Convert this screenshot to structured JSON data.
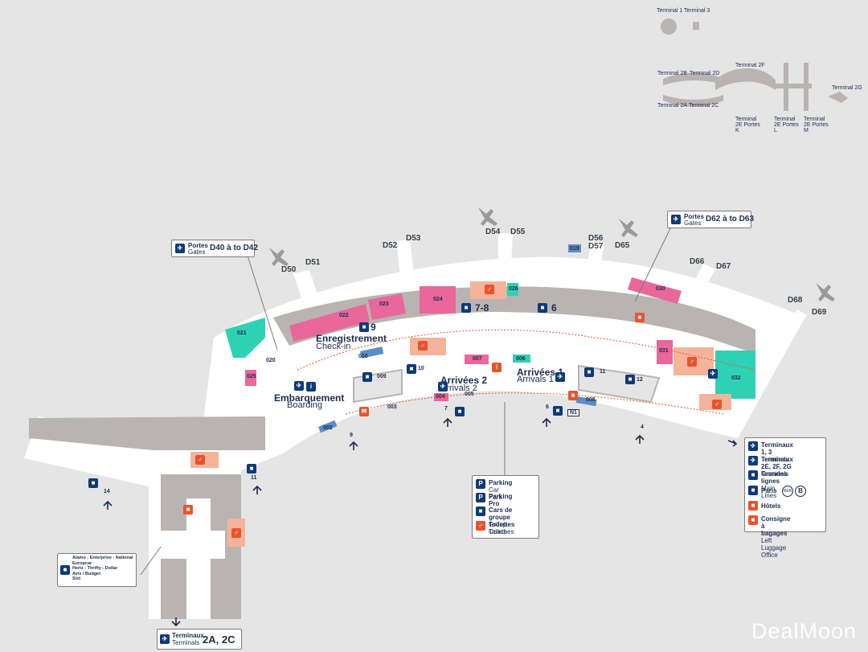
{
  "colors": {
    "floor": "#ffffff",
    "background": "#e5e5e5",
    "building": "#b9b4b1",
    "pink": "#e9679b",
    "teal": "#2fd1b4",
    "salmon": "#f5b49a",
    "navy": "#0e3a78",
    "orange": "#e8542e",
    "blue": "#5b8ec6"
  },
  "gates": {
    "d40_d42": {
      "title": "Portes",
      "subtitle": "Gates",
      "range": "D40 à to D42"
    },
    "d62_d63": {
      "title": "Portes",
      "subtitle": "Gates",
      "range": "D62 à to D63"
    },
    "labels": [
      "D50",
      "D51",
      "D52",
      "D53",
      "D54",
      "D55",
      "D56",
      "D57",
      "D65",
      "D66",
      "D67",
      "D68",
      "D69"
    ]
  },
  "zones": {
    "enregistrement": "Enregistrement",
    "checkin": "Check-in",
    "embarquement": "Embarquement",
    "boarding": "Boarding",
    "arrivees2": "Arrivées 2",
    "arrivals2": "Arrivals 2",
    "arrivees1": "Arrivées 1",
    "arrivals1": "Arrivals 1"
  },
  "zone_numbers": [
    "9",
    "7-8",
    "6",
    "10",
    "11",
    "12",
    "019"
  ],
  "shops": [
    "020",
    "021",
    "022",
    "023",
    "024",
    "025",
    "026",
    "030",
    "031",
    "032",
    "002",
    "003",
    "004",
    "005",
    "006",
    "007",
    "008",
    "009",
    "010"
  ],
  "exits": [
    "14",
    "11",
    "9",
    "7",
    "6",
    "4"
  ],
  "transit": [
    "N1"
  ],
  "inset": {
    "items": [
      "Terminal 1",
      "Terminal 3",
      "Terminal 2B",
      "Terminal 2D",
      "Terminal 2A",
      "Terminal 2C",
      "Terminal 2F",
      "Terminal 2E Portes K",
      "Terminal 2E Portes L",
      "Terminal 2E Portes M",
      "Terminal 2G"
    ]
  },
  "legend_parking": [
    {
      "icon": "P",
      "fr": "Parking",
      "en": "Car Park"
    },
    {
      "icon": "P",
      "fr": "Parking Pro",
      "en": ""
    },
    {
      "icon": "■",
      "fr": "Cars de groupe",
      "en": "Group Coaches"
    },
    {
      "icon": "♂",
      "fr": "Toilettes",
      "en": "Toilets"
    }
  ],
  "legend_right": [
    {
      "icon": "✈",
      "fr": "Terminaux 1, 3",
      "en": "Terminals"
    },
    {
      "icon": "✈",
      "fr": "Terminaux 2E, 2F, 2G",
      "en": "Terminals"
    },
    {
      "icon": "■",
      "fr": "Grandes lignes",
      "en": "Main Lines"
    },
    {
      "icon": "■",
      "fr": "Paris",
      "en": ""
    },
    {
      "icon": "■",
      "fr": "Hôtels",
      "en": ""
    },
    {
      "icon": "■",
      "fr": "Consigne à bagages",
      "en": "Left Luggage Office"
    }
  ],
  "rental": [
    "Alamo - Enterprise - National",
    "Europcar",
    "Hertz - Thrifty - Dollar",
    "Avis / Budget",
    "Sixt"
  ],
  "terminals_bottom": {
    "fr": "Terminaux",
    "en": "Terminals",
    "value": "2A, 2C"
  },
  "watermark": "DealMoon"
}
